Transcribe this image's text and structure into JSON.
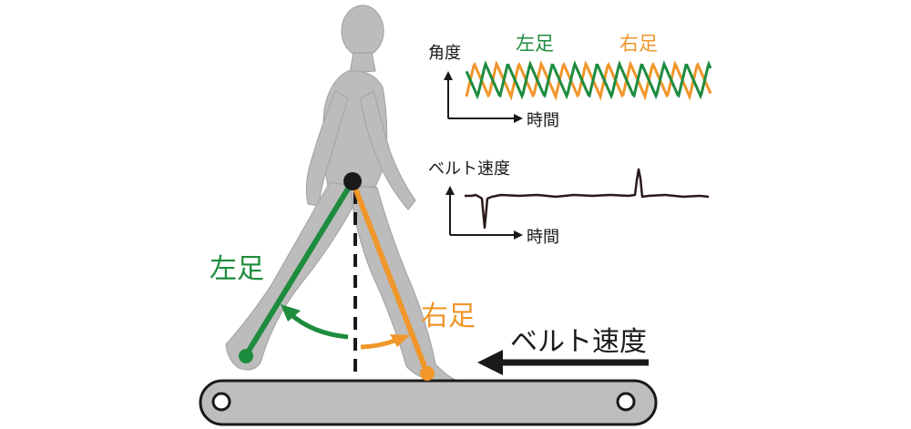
{
  "colors": {
    "left": "#1e8c3e",
    "right": "#f0962a",
    "body": "#bcbcbc",
    "belt": "#bdbdbd",
    "ink": "#1a1a1a"
  },
  "labels": {
    "left_leg": "左足",
    "right_leg": "右足",
    "belt_speed": "ベルト速度"
  },
  "angle_chart": {
    "ylabel": "角度",
    "xlabel": "時間",
    "legend_left": "左足",
    "legend_right": "右足"
  },
  "speed_chart": {
    "ylabel": "ベルト速度",
    "xlabel": "時間"
  },
  "icons": {
    "belt_direction": "arrow-left-icon"
  }
}
